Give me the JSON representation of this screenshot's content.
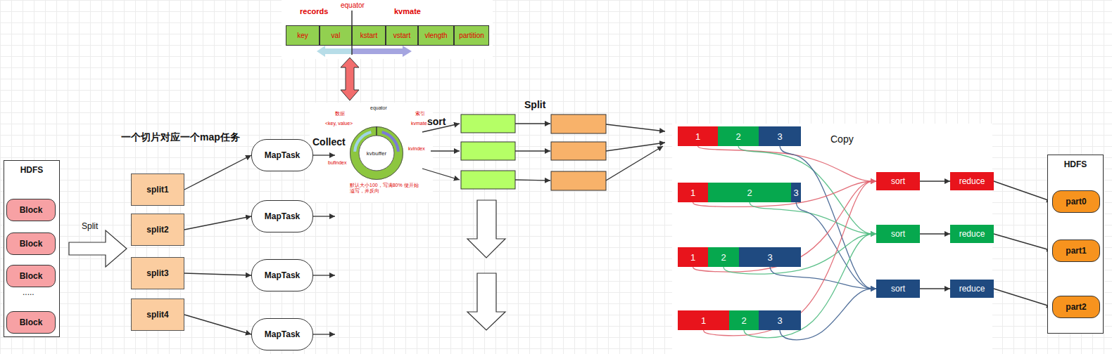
{
  "diagram": {
    "nodes": [
      {
        "text": [
          "HDFS"
        ]
      },
      {
        "text": [
          "Block"
        ],
        "in": 0
      },
      {
        "text": [
          "Block"
        ],
        "in": 0
      },
      {
        "text": [
          "Block"
        ],
        "in": 0
      },
      {
        "text": [
          "Block"
        ],
        "in": 0
      },
      {
        "text": [
          "split1"
        ]
      },
      {
        "text": [
          "split2"
        ]
      },
      {
        "text": [
          "split3"
        ]
      },
      {
        "text": [
          "split4"
        ]
      },
      {
        "text": [
          "MapTask"
        ]
      },
      {
        "text": [
          "MapTask"
        ]
      },
      {
        "text": [
          "MapTask"
        ]
      },
      {
        "text": [
          "MapTask"
        ]
      },
      {
        "text": [
          "key"
        ]
      },
      {
        "text": [
          "val"
        ]
      },
      {
        "text": [
          "kstart"
        ]
      },
      {
        "text": [
          "vstart"
        ]
      },
      {
        "text": [
          "vlength"
        ]
      },
      {
        "text": [
          "partition"
        ]
      },
      {
        "text": [
          "kvbuffer"
        ]
      },
      {
        "text": [
          "1"
        ]
      },
      {
        "text": [
          "2"
        ]
      },
      {
        "text": [
          "3"
        ]
      },
      {
        "text": [
          "1"
        ]
      },
      {
        "text": [
          "2"
        ]
      },
      {
        "text": [
          "3"
        ]
      },
      {
        "text": [
          "1"
        ]
      },
      {
        "text": [
          "2"
        ]
      },
      {
        "text": [
          "3"
        ]
      },
      {
        "text": [
          "1"
        ]
      },
      {
        "text": [
          "2"
        ]
      },
      {
        "text": [
          "3"
        ]
      },
      {
        "text": [
          "sort"
        ]
      },
      {
        "text": [
          "sort"
        ]
      },
      {
        "text": [
          "sort"
        ]
      },
      {
        "text": [
          "reduce"
        ]
      },
      {
        "text": [
          "reduce"
        ]
      },
      {
        "text": [
          "reduce"
        ]
      },
      {
        "text": [
          "HDFS"
        ]
      },
      {
        "text": [
          "part0"
        ],
        "in": 38
      },
      {
        "text": [
          "part1"
        ],
        "in": 38
      },
      {
        "text": [
          "part2"
        ],
        "in": 38
      }
    ],
    "edges": [
      {
        "from": 5,
        "to": 9,
        "arrow": "to"
      },
      {
        "from": 6,
        "to": 10,
        "arrow": "to"
      },
      {
        "from": 7,
        "to": 11,
        "arrow": "to"
      },
      {
        "from": 8,
        "to": 12,
        "arrow": "to"
      },
      {
        "from": 20,
        "to": 32,
        "arrow": "to"
      },
      {
        "from": 21,
        "to": 33,
        "arrow": "to"
      },
      {
        "from": 22,
        "to": 34,
        "arrow": "to"
      },
      {
        "from": 23,
        "to": 32,
        "arrow": "to"
      },
      {
        "from": 24,
        "to": 33,
        "arrow": "to"
      },
      {
        "from": 25,
        "to": 34,
        "arrow": "to"
      },
      {
        "from": 26,
        "to": 32,
        "arrow": "to"
      },
      {
        "from": 27,
        "to": 33,
        "arrow": "to"
      },
      {
        "from": 28,
        "to": 34,
        "arrow": "to"
      },
      {
        "from": 29,
        "to": 32,
        "arrow": "to"
      },
      {
        "from": 30,
        "to": 33,
        "arrow": "to"
      },
      {
        "from": 31,
        "to": 34,
        "arrow": "to"
      },
      {
        "from": 32,
        "to": 35,
        "arrow": "to"
      },
      {
        "from": 33,
        "to": 36,
        "arrow": "to"
      },
      {
        "from": 34,
        "to": 37,
        "arrow": "to"
      },
      {
        "from": 35,
        "to": 39,
        "arrow": "to"
      },
      {
        "from": 36,
        "to": 40,
        "arrow": "to"
      },
      {
        "from": 37,
        "to": 41,
        "arrow": "to"
      }
    ],
    "labels": [
      "Split",
      "一个切片对应一个map任务",
      ".....",
      "Collect",
      "sort",
      "records",
      "equator",
      "kvmate",
      "数据",
      "<key, value>",
      "equator",
      "索引",
      "kvmate",
      "kvindex",
      "bufindex",
      "默认大小100，写满80% 便开始溢写，并反向",
      "Split",
      "Copy"
    ]
  }
}
